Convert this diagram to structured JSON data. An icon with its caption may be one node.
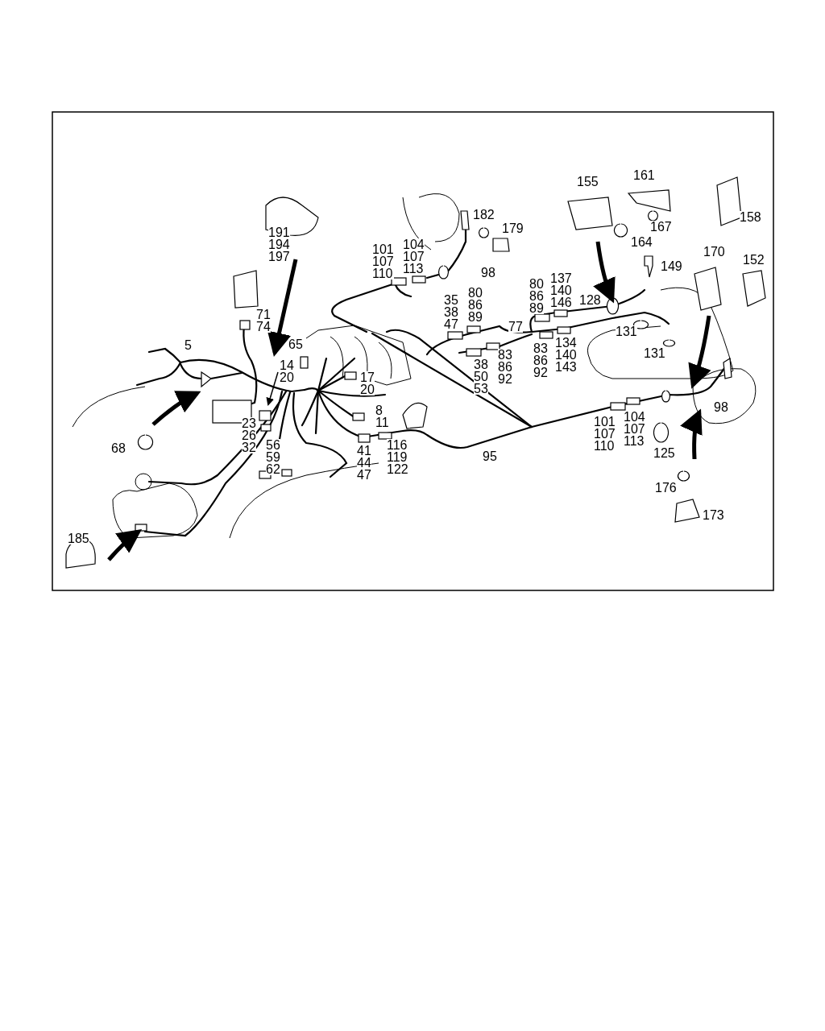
{
  "diagram": {
    "labels": [
      "155",
      "161",
      "191 194 197",
      "182",
      "179",
      "167",
      "158",
      "101 107 110",
      "104 107 113",
      "164",
      "170",
      "152",
      "98",
      "149",
      "35 38 47",
      "80 86 89",
      "80 86 89",
      "137 140 146",
      "128",
      "71 74",
      "77",
      "131",
      "5",
      "65",
      "83 86 92",
      "83 86 92",
      "134 140 143",
      "131",
      "14 20",
      "38 50 53",
      "17 20",
      "23 26 32",
      "8 11",
      "101 107 110",
      "104 107 113",
      "98",
      "68",
      "56 59 62",
      "41 44 47",
      "116 119 122",
      "95",
      "125",
      "176",
      "173",
      "185"
    ]
  }
}
